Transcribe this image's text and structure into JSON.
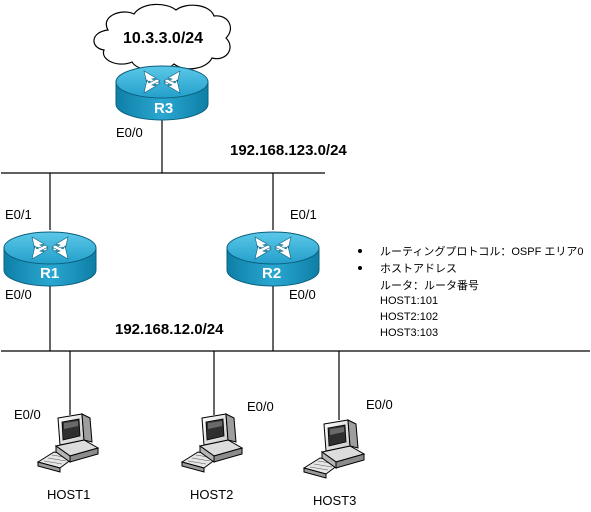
{
  "cloud": {
    "label": "10.3.3.0/24"
  },
  "networks": {
    "top_segment": "192.168.123.0/24",
    "bottom_segment": "192.168.12.0/24"
  },
  "routers": [
    {
      "name": "R3",
      "iface": "E0/0"
    },
    {
      "name": "R1",
      "iface_top": "E0/1",
      "iface_bottom": "E0/0"
    },
    {
      "name": "R2",
      "iface_top": "E0/1",
      "iface_bottom": "E0/0"
    }
  ],
  "hosts": [
    {
      "name": "HOST1",
      "iface": "E0/0"
    },
    {
      "name": "HOST2",
      "iface": "E0/0"
    },
    {
      "name": "HOST3",
      "iface": "E0/0"
    }
  ],
  "notes": {
    "bullet1": "ルーティングプロトコル：OSPF エリア0",
    "bullet2": "ホストアドレス",
    "sub1": "ルータ：ルータ番号",
    "sub2": "HOST1:101",
    "sub3": "HOST2:102",
    "sub4": "HOST3:103"
  },
  "colors": {
    "router_body": "#1a9fc5",
    "router_top": "#3cb7dd",
    "router_dark": "#0d6f8f",
    "line": "#000000"
  }
}
